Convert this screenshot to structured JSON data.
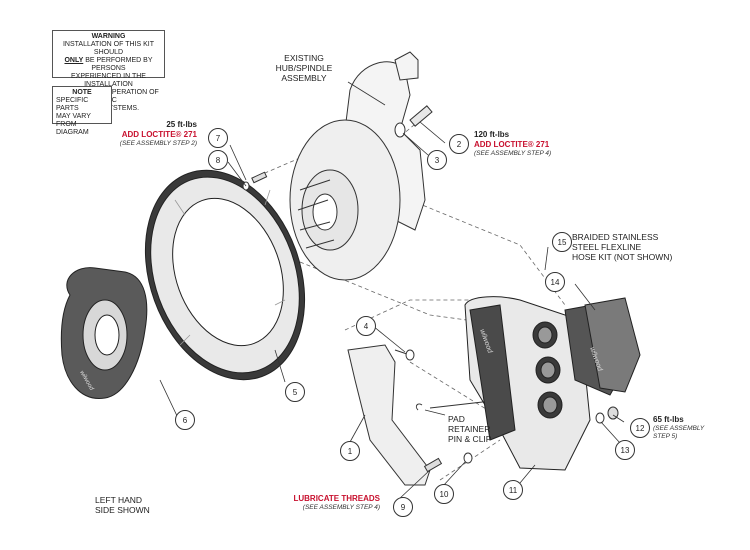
{
  "warning_box": {
    "heading": "WARNING",
    "line1": "INSTALLATION OF THIS KIT SHOULD",
    "line2_pre": "",
    "line2_u": "ONLY",
    "line2_post": " BE PERFORMED BY PERSONS",
    "line3": "EXPERIENCED IN THE INSTALLATION",
    "line4": "AND PROPER OPERATION OF DISC",
    "line5": "BRAKE SYSTEMS."
  },
  "note_box": {
    "heading": "NOTE",
    "line1": "SPECIFIC PARTS",
    "line2": "MAY VARY FROM",
    "line3": "DIAGRAM"
  },
  "labels": {
    "hub": [
      "EXISTING",
      "HUB/SPINDLE",
      "ASSEMBLY"
    ],
    "braided": [
      "BRAIDED STAINLESS",
      "STEEL FLEXLINE",
      "HOSE KIT (NOT SHOWN)"
    ],
    "pad_pin": [
      "PAD",
      "RETAINER",
      "PIN & CLIP"
    ],
    "side": [
      "LEFT HAND",
      "SIDE SHOWN"
    ]
  },
  "torque": {
    "t25": {
      "value": "25 ft-lbs",
      "loctite": "ADD LOCTITE® 271",
      "step": "(SEE ASSEMBLY STEP 2)"
    },
    "t120": {
      "value": "120 ft-lbs",
      "loctite": "ADD LOCTITE® 271",
      "step": "(SEE ASSEMBLY STEP 4)"
    },
    "t65": {
      "value": "65 ft-lbs",
      "step1": "(SEE ASSEMBLY",
      "step2": "STEP 5)"
    },
    "lube": {
      "value": "LUBRICATE THREADS",
      "step": "(SEE ASSEMBLY STEP 4)"
    }
  },
  "callouts": {
    "c1": "1",
    "c2": "2",
    "c3": "3",
    "c4": "4",
    "c5": "5",
    "c6": "6",
    "c7": "7",
    "c8": "8",
    "c9": "9",
    "c10": "10",
    "c11": "11",
    "c12": "12",
    "c13": "13",
    "c14": "14",
    "c15": "15"
  },
  "brand_marks": {
    "caliper": "wilwood",
    "pad": "wilwood",
    "hat": "wilwood"
  },
  "colors": {
    "line": "#333333",
    "red": "#c8102e",
    "part_fill": "#f2f2f2",
    "dark": "#2a2a2a"
  }
}
